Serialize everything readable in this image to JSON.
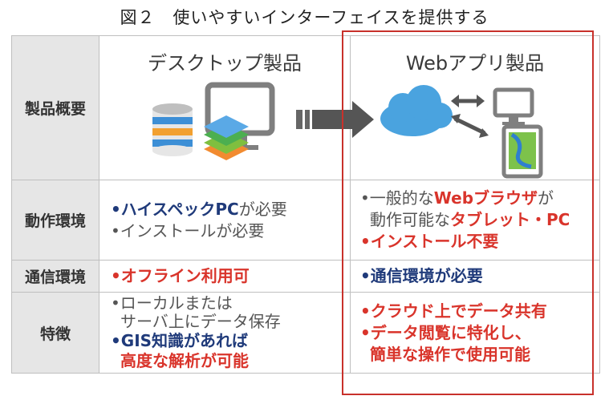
{
  "title": "図２　使いやすいインターフェイスを提供する",
  "columns": {
    "desktop": "デスクトップ製品",
    "web": "Webアプリ製品"
  },
  "rows": {
    "overview": {
      "label": "製品概要"
    },
    "environment": {
      "label": "動作環境",
      "desktop": {
        "l1a": "ハイスペックPC",
        "l1b": "が必要",
        "l2": "インストールが必要"
      },
      "web": {
        "l1a": "一般的な",
        "l1b": "Webブラウザ",
        "l1c": "が",
        "l2a": "動作可能な",
        "l2b": "タブレット・PC",
        "l3": "インストール不要"
      }
    },
    "network": {
      "label": "通信環境",
      "desktop": "オフライン利用可",
      "web": "通信環境が必要"
    },
    "features": {
      "label": "特徴",
      "desktop": {
        "l1": "ローカルまたは",
        "l2": "サーバ上にデータ保存",
        "l3a": "GIS知識があれば",
        "l3b": "高度な解析が可能"
      },
      "web": {
        "l1": "クラウド上でデータ共有",
        "l2a": "データ閲覧に特化し、",
        "l2b": "簡単な操作で使用可能"
      }
    }
  },
  "colors": {
    "accent_red": "#d9342b",
    "navy": "#1f3a7a",
    "frame": "#c8312b"
  }
}
